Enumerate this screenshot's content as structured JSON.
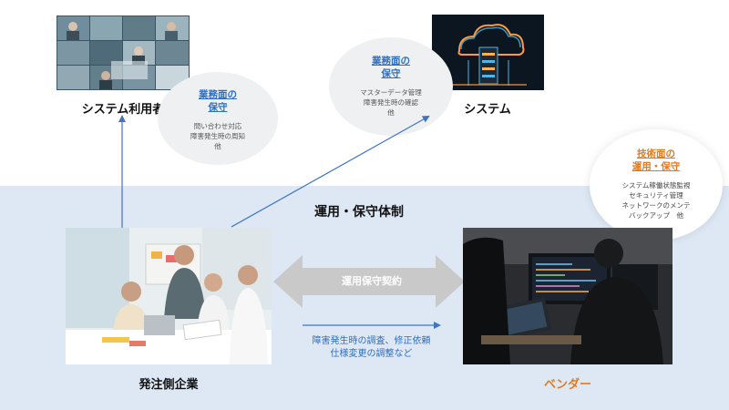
{
  "diagram": {
    "user_label": "システム利用者",
    "system_label": "システム",
    "client_label": "発注側企業",
    "vendor_label": "ベンダー",
    "section_heading": "運用・保守体制",
    "contract_label": "運用保守契約",
    "bubble_user": {
      "title": [
        "業務面の",
        "保守"
      ],
      "lines": [
        "問い合わせ対応",
        "障害発生時の周知",
        "他"
      ]
    },
    "bubble_system": {
      "title": [
        "業務面の",
        "保守"
      ],
      "lines": [
        "マスターデータ管理",
        "障害発生時の確認",
        "他"
      ]
    },
    "bubble_tech": {
      "title": [
        "技術面の",
        "運用・保守"
      ],
      "lines": [
        "システム稼働状態監視",
        "セキュリティ管理",
        "ネットワークのメンテ",
        "バックアップ　他"
      ]
    },
    "vendor_note": [
      "障害発生時の調査、修正依頼",
      "仕様変更の調整など"
    ]
  },
  "colors": {
    "band": "#dde8f4",
    "arrow": "#3f74c4",
    "accent_blue": "#2f6fbf",
    "accent_orange": "#e57a1f",
    "contract_arrow": "#c9c9c9"
  },
  "icons": {
    "user_photo": "video-conference-grid-image",
    "system_photo": "cloud-server-image",
    "client_photo": "office-team-meeting-image",
    "vendor_photo": "engineers-at-monitors-image"
  }
}
